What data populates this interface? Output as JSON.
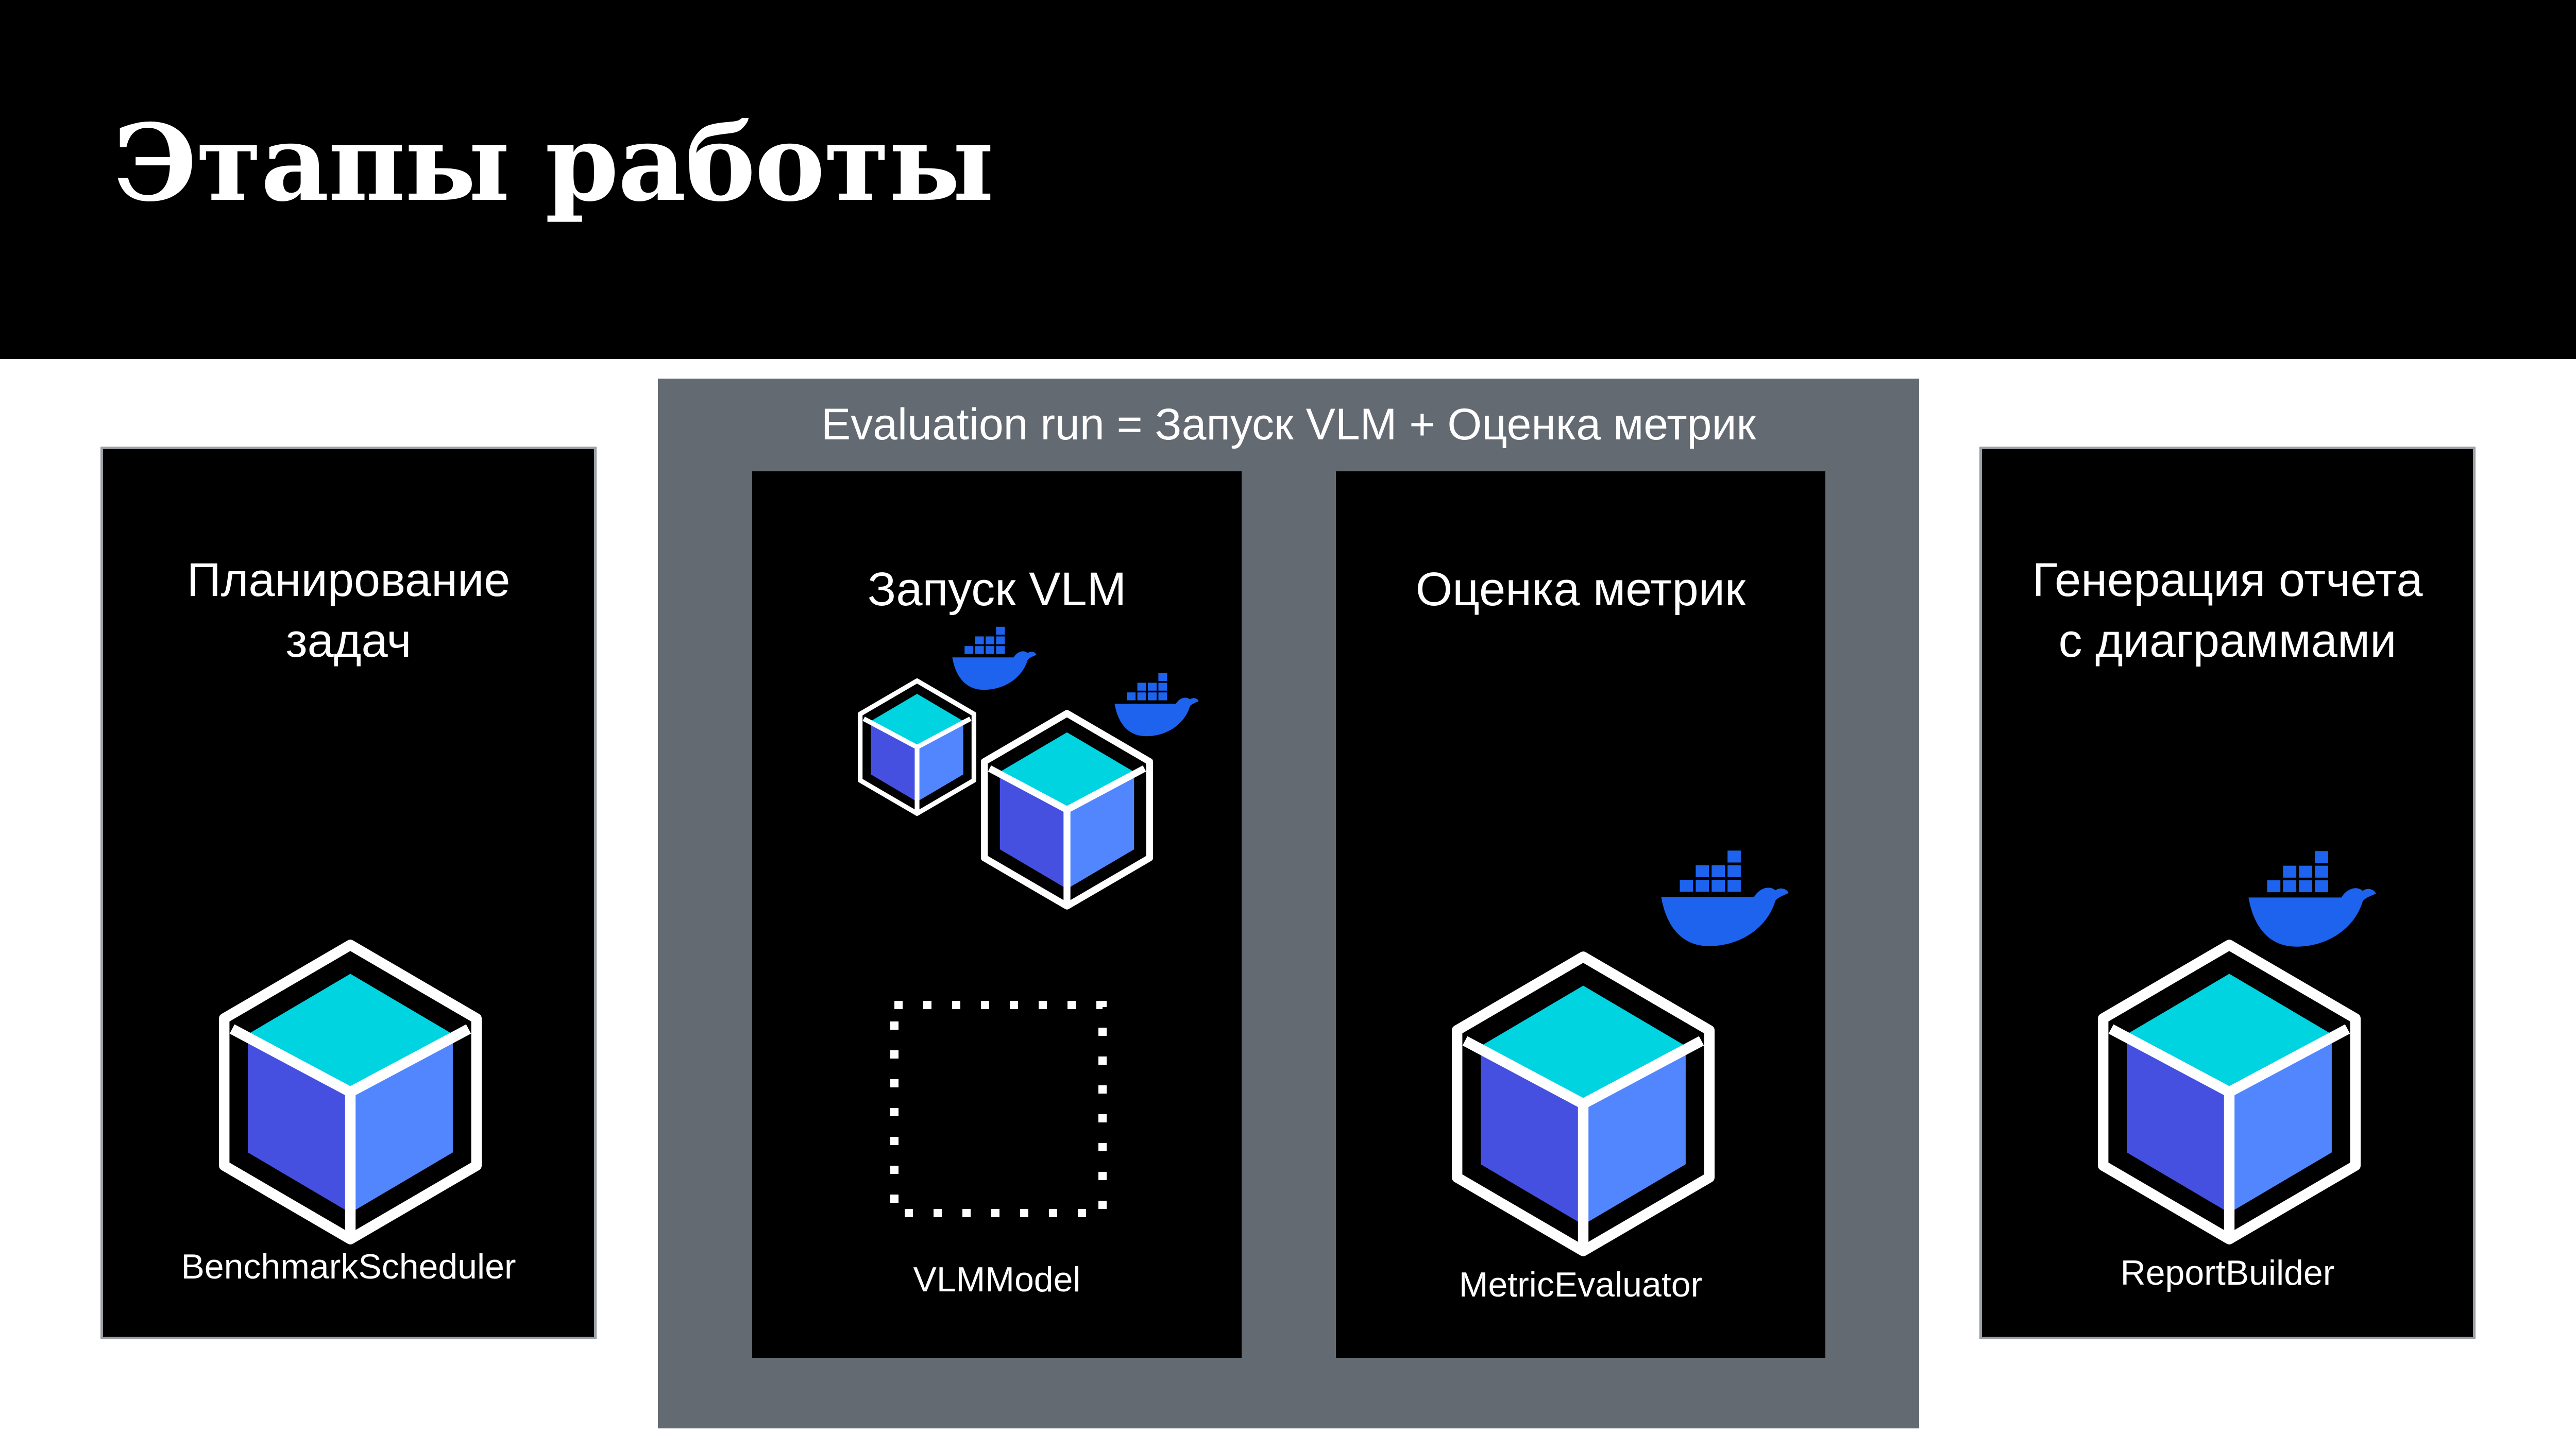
{
  "title": "Этапы работы",
  "group": {
    "title": "Evaluation run = Запуск VLM + Оценка метрик"
  },
  "panels": {
    "scheduler": {
      "title_line1": "Планирование",
      "title_line2": "задач",
      "label": "BenchmarkScheduler"
    },
    "vlm": {
      "title": "Запуск VLM",
      "label": "VLMModel"
    },
    "metric": {
      "title": "Оценка метрик",
      "label": "MetricEvaluator"
    },
    "report": {
      "title_line1": "Генерация отчета",
      "title_line2": "с диаграммами",
      "label": "ReportBuilder"
    }
  },
  "icons": {
    "cube": "cube-icon",
    "docker": "docker-whale-icon",
    "placeholder": "dotted-square-placeholder"
  },
  "colors": {
    "cube_top": "#00d4e0",
    "cube_left": "#4650e0",
    "cube_right": "#5286ff",
    "docker": "#1d63ed",
    "group_bg": "#636a72"
  }
}
